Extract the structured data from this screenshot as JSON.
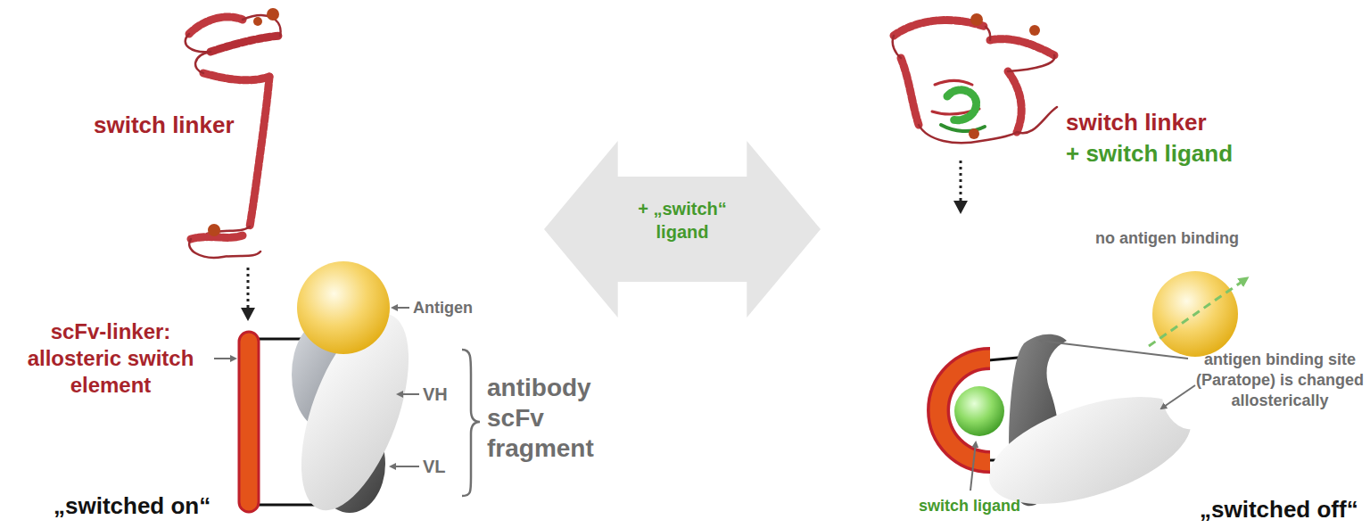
{
  "diagram": {
    "nodes": [
      {
        "text": [
          "+ „switch“ ligand"
        ]
      }
    ],
    "labels": [
      "switch linker",
      "scFv-linker: allosteric switch element",
      "Antigen",
      "VH",
      "VL",
      "antibody scFv fragment",
      "„switched on“",
      "switch linker",
      "+ switch ligand",
      "no antigen binding",
      "antigen binding site (Paratope) is changed allosterically",
      "switch ligand",
      "„switched off“"
    ]
  }
}
